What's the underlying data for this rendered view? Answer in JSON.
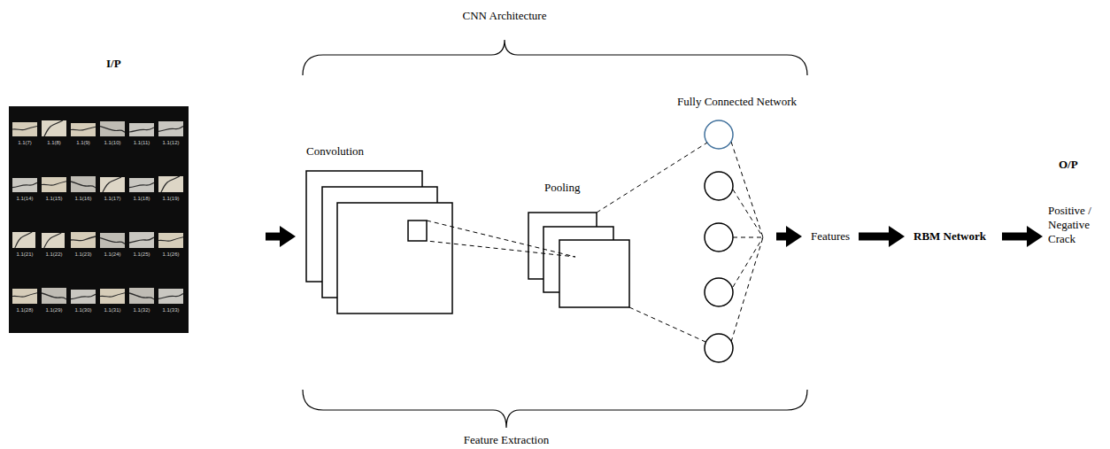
{
  "diagram": {
    "nodes": [
      {
        "text": [
          "I/P"
        ]
      },
      {
        "text": [
          "Convolution"
        ]
      },
      {
        "text": [
          "Pooling"
        ]
      },
      {
        "text": [
          "Fully Connected Network"
        ]
      },
      {
        "text": [
          "Features"
        ]
      },
      {
        "text": [
          "RBM Network"
        ]
      },
      {
        "text": [
          "O/P",
          "Positive / Negative Crack"
        ]
      }
    ],
    "edges": [
      {
        "from": 0,
        "to": 1,
        "arrow": "to"
      },
      {
        "from": 1,
        "to": 2,
        "arrow": "none"
      },
      {
        "from": 2,
        "to": 3,
        "arrow": "none"
      },
      {
        "from": 3,
        "to": 4,
        "arrow": "to"
      },
      {
        "from": 4,
        "to": 5,
        "arrow": "to"
      },
      {
        "from": 5,
        "to": 6,
        "arrow": "to"
      }
    ],
    "labels": [
      "CNN Architecture",
      "Feature Extraction",
      "1.1(7)",
      "1.1(8)",
      "1.1(9)",
      "1.1(10)",
      "1.1(11)",
      "1.1(12)",
      "1.1(14)",
      "1.1(15)",
      "1.1(16)",
      "1.1(17)",
      "1.1(18)",
      "1.1(19)",
      "1.1(21)",
      "1.1(22)",
      "1.1(23)",
      "1.1(24)",
      "1.1(25)",
      "1.1(26)",
      "1.1(28)",
      "1.1(29)",
      "1.1(30)",
      "1.1(31)",
      "1.1(32)",
      "1.1(33)"
    ]
  }
}
